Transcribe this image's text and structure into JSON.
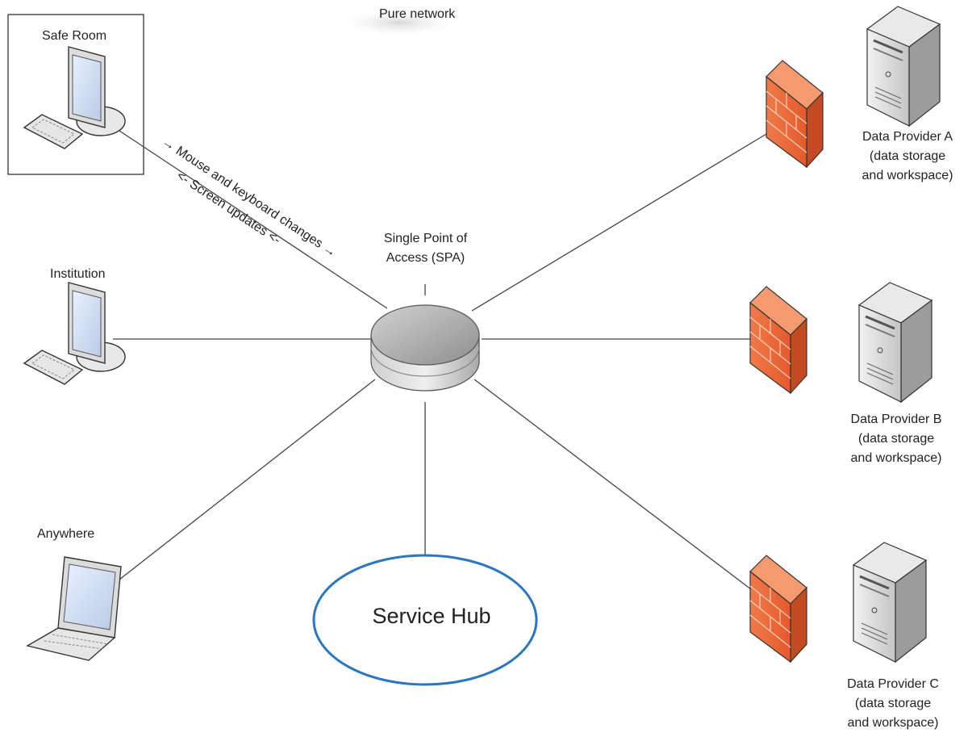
{
  "network_label": "Pure network",
  "hub": {
    "label_line1": "Single Point of",
    "label_line2": "Access (SPA)"
  },
  "arrows": {
    "mouse_keyboard": "→ Mouse and keyboard changes →",
    "screen_updates": "<- Screen updates <-"
  },
  "clients": {
    "safe_room": "Safe Room",
    "institution": "Institution",
    "anywhere": "Anywhere"
  },
  "service_hub": "Service Hub",
  "providers": [
    {
      "name": "Data Provider A",
      "line2": "(data storage",
      "line3": "and workspace)"
    },
    {
      "name": "Data Provider B",
      "line2": "(data storage",
      "line3": "and workspace)"
    },
    {
      "name": "Data Provider C",
      "line2": "(data storage",
      "line3": "and workspace)"
    }
  ],
  "icons": {
    "client": "desktop-computer-icon",
    "laptop": "laptop-icon",
    "firewall": "firewall-icon",
    "server": "server-tower-icon",
    "hub": "router-hub-icon"
  },
  "colors": {
    "service_hub_ring": "#2a76c1",
    "firewall": "#ec6a3c",
    "hub_disk": "#9a9a9a"
  }
}
